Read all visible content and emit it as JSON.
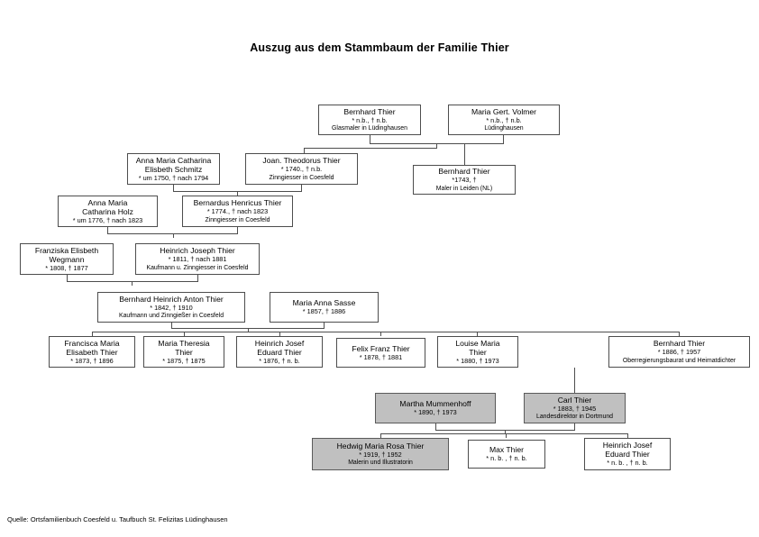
{
  "document": {
    "title": "Auszug aus dem Stammbaum der Familie Thier",
    "source": "Quelle: Ortsfamilienbuch Coesfeld u. Taufbuch St. Felizitas Lüdinghausen",
    "colors": {
      "shaded_fill": "#c0c0c0",
      "box_border": "#4d4d4d",
      "background": "#ffffff",
      "text": "#000000"
    }
  },
  "nodes": [
    {
      "id": "bernhard-thier-glasmaler",
      "name": "Bernhard Thier",
      "dates": "* n.b., † n.b.",
      "occupation": "Glasmaler in Lüdinghausen",
      "shaded": false
    },
    {
      "id": "maria-gert-volmer",
      "name": "Maria Gert. Volmer",
      "dates": "* n.b., † n.b.",
      "occupation": "Lüdinghausen",
      "shaded": false
    },
    {
      "id": "anna-maria-catharina-elisbeth-schmitz",
      "name": "Anna Maria Catharina\nElisbeth Schmitz",
      "dates": "* um 1750, † nach 1794",
      "occupation": "",
      "shaded": false
    },
    {
      "id": "joan-theodorus-thier",
      "name": "Joan. Theodorus Thier",
      "dates": "* 1740., † n.b.",
      "occupation": "Zinngiesser in Coesfeld",
      "shaded": false
    },
    {
      "id": "bernhard-thier-maler-leiden",
      "name": "Bernhard Thier",
      "dates": "*1743, †",
      "occupation": "Maler in Leiden (NL)",
      "shaded": false
    },
    {
      "id": "anna-maria-catharina-holz",
      "name": "Anna Maria\nCatharina Holz",
      "dates": "* um 1776, † nach 1823",
      "occupation": "",
      "shaded": false
    },
    {
      "id": "bernardus-henricus-thier",
      "name": "Bernardus Henricus Thier",
      "dates": "* 1774., † nach 1823",
      "occupation": "Zinngiesser in Coesfeld",
      "shaded": false
    },
    {
      "id": "franziska-elisbeth-wegmann",
      "name": "Franziska Elisbeth\nWegmann",
      "dates": "* 1808, † 1877",
      "occupation": "",
      "shaded": false
    },
    {
      "id": "heinrich-joseph-thier",
      "name": "Heinrich Joseph Thier",
      "dates": "* 1811, † nach 1881",
      "occupation": "Kaufmann u. Zinngiesser in Coesfeld",
      "shaded": false
    },
    {
      "id": "bernhard-heinrich-anton-thier",
      "name": "Bernhard Heinrich Anton Thier",
      "dates": "* 1842, † 1910",
      "occupation": "Kaufmann und Zinngießer in Coesfeld",
      "shaded": false
    },
    {
      "id": "maria-anna-sasse",
      "name": "Maria Anna Sasse",
      "dates": "* 1857, † 1886",
      "occupation": "",
      "shaded": false
    },
    {
      "id": "francisca-maria-elisabeth-thier",
      "name": "Francisca Maria\nElisabeth Thier",
      "dates": "* 1873, † 1896",
      "occupation": "",
      "shaded": false
    },
    {
      "id": "maria-theresia-thier",
      "name": "Maria Theresia\nThier",
      "dates": "* 1875, † 1875",
      "occupation": "",
      "shaded": false
    },
    {
      "id": "heinrich-josef-eduard-thier",
      "name": "Heinrich Josef\nEduard Thier",
      "dates": "* 1876, † n. b.",
      "occupation": "",
      "shaded": false
    },
    {
      "id": "felix-franz-thier",
      "name": "Felix Franz Thier",
      "dates": "* 1878, † 1881",
      "occupation": "",
      "shaded": false
    },
    {
      "id": "louise-maria-thier",
      "name": "Louise Maria\nThier",
      "dates": "* 1880, † 1973",
      "occupation": "",
      "shaded": false
    },
    {
      "id": "bernhard-thier-oberregierungsbaurat",
      "name": "Bernhard Thier",
      "dates": "* 1886, † 1957",
      "occupation": "Oberregierungsbaurat und Heimatdichter",
      "shaded": false
    },
    {
      "id": "martha-mummenhoff",
      "name": "Martha Mummenhoff",
      "dates": "* 1890, † 1973",
      "occupation": "",
      "shaded": true
    },
    {
      "id": "carl-thier",
      "name": "Carl Thier",
      "dates": "* 1883, † 1945",
      "occupation": "Landesdirektor in Dortmund",
      "shaded": true
    },
    {
      "id": "hedwig-maria-rosa-thier",
      "name": "Hedwig Maria Rosa Thier",
      "dates": "* 1919, † 1952",
      "occupation": "Malerin und Illustratorin",
      "shaded": true
    },
    {
      "id": "max-thier",
      "name": "Max Thier",
      "dates": "* n. b. , † n. b.",
      "occupation": "",
      "shaded": false
    },
    {
      "id": "heinrich-josef-eduard-thier-2",
      "name": "Heinrich Josef\nEduard Thier",
      "dates": "* n. b. , † n. b.",
      "occupation": "",
      "shaded": false
    }
  ]
}
